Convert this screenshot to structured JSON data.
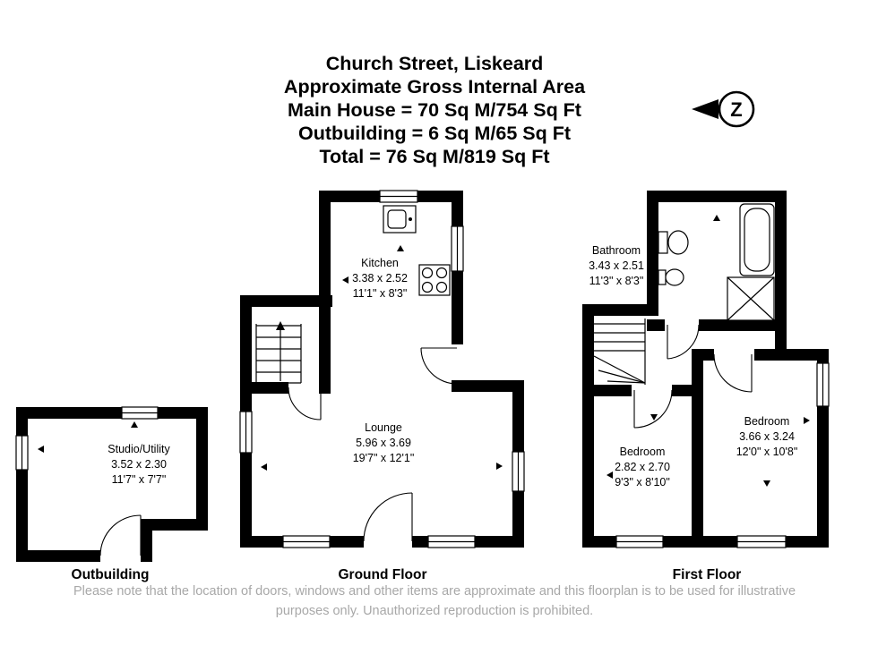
{
  "header": {
    "title": "Church Street, Liskeard",
    "subtitle": "Approximate Gross Internal Area",
    "main_house": "Main House = 70 Sq M/754 Sq Ft",
    "outbuilding_line": "Outbuilding = 6 Sq M/65 Sq Ft",
    "total": "Total = 76 Sq M/819 Sq Ft"
  },
  "compass": {
    "letter": "Z"
  },
  "rooms": {
    "studio": {
      "name": "Studio/Utility",
      "metric": "3.52 x 2.30",
      "imperial": "11'7\" x 7'7\""
    },
    "kitchen": {
      "name": "Kitchen",
      "metric": "3.38 x 2.52",
      "imperial": "11'1\" x 8'3\""
    },
    "lounge": {
      "name": "Lounge",
      "metric": "5.96 x 3.69",
      "imperial": "19'7\" x 12'1\""
    },
    "bathroom": {
      "name": "Bathroom",
      "metric": "3.43 x 2.51",
      "imperial": "11'3\" x 8'3\""
    },
    "bedroom_small": {
      "name": "Bedroom",
      "metric": "2.82 x 2.70",
      "imperial": "9'3\" x 8'10\""
    },
    "bedroom_large": {
      "name": "Bedroom",
      "metric": "3.66 x 3.24",
      "imperial": "12'0\" x 10'8\""
    }
  },
  "floor_labels": {
    "outbuilding": "Outbuilding",
    "ground": "Ground Floor",
    "first": "First Floor"
  },
  "footer": {
    "line1": "Please note that the location of doors, windows and other items are approximate and this floorplan is to be used for illustrative",
    "line2": "purposes only. Unauthorized reproduction is prohibited."
  },
  "colors": {
    "wall": "#000000",
    "footer_text": "#a8a8a8",
    "background": "#ffffff"
  },
  "icons": {
    "compass": "north-arrow-left",
    "bathroom_fixtures": [
      "toilet",
      "basin",
      "bathtub",
      "shower-tray"
    ],
    "kitchen_fixtures": [
      "sink",
      "hob"
    ]
  }
}
